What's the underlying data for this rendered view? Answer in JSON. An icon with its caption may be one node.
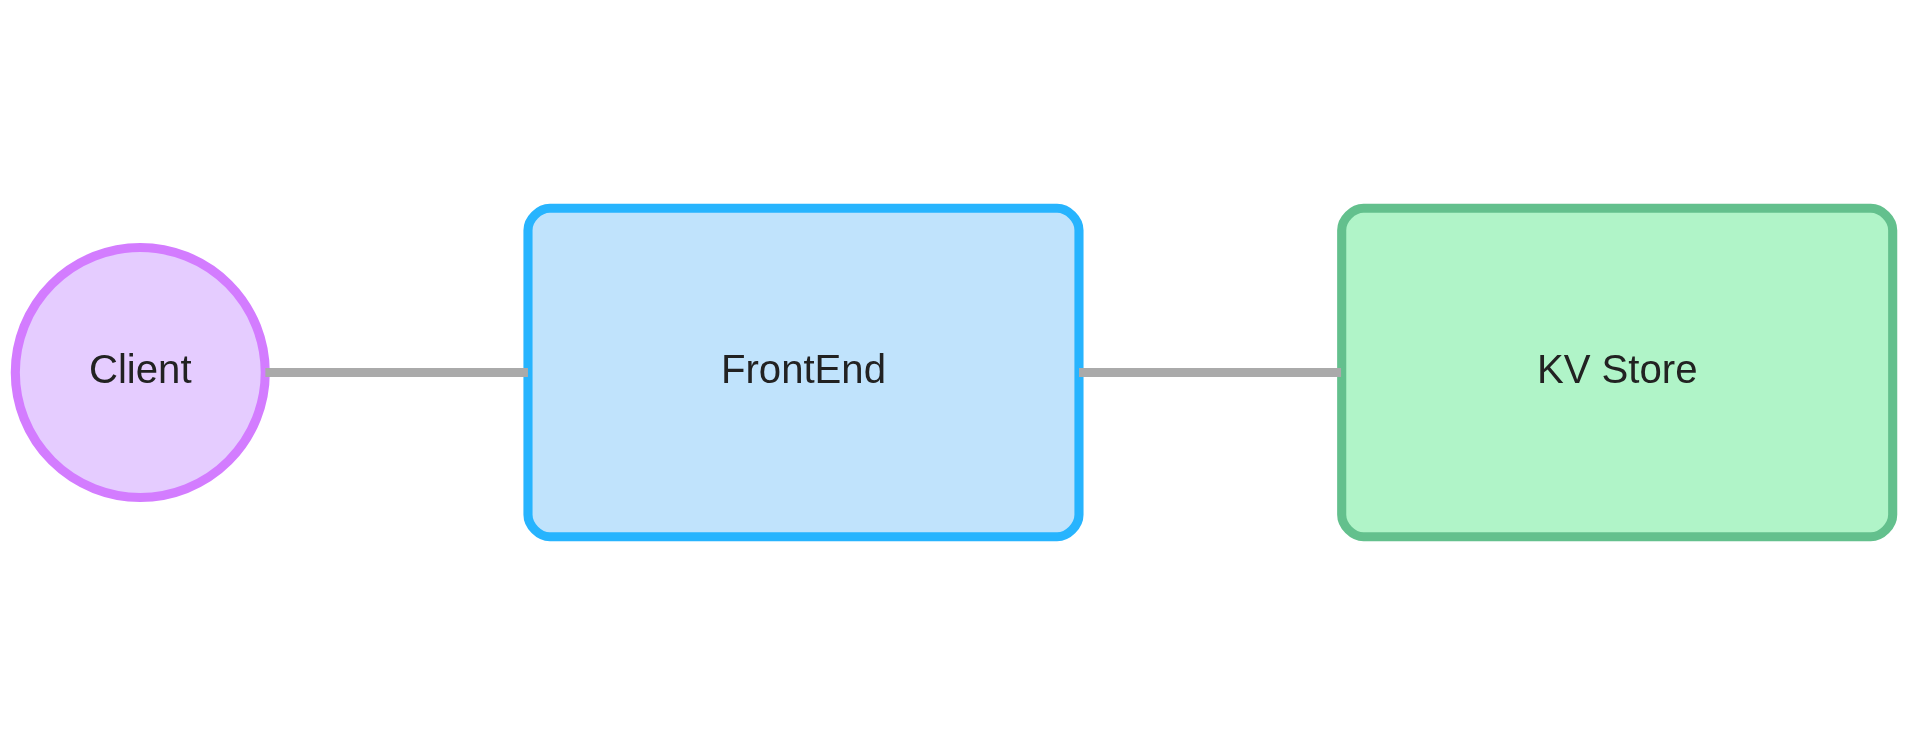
{
  "diagram": {
    "nodes": [
      {
        "text": [
          "Client"
        ]
      },
      {
        "text": [
          "FrontEnd"
        ]
      },
      {
        "text": [
          "KV Store"
        ]
      }
    ],
    "edges": [
      {
        "from": 0,
        "to": 1,
        "arrow": "none"
      },
      {
        "from": 1,
        "to": 2,
        "arrow": "none"
      }
    ]
  }
}
